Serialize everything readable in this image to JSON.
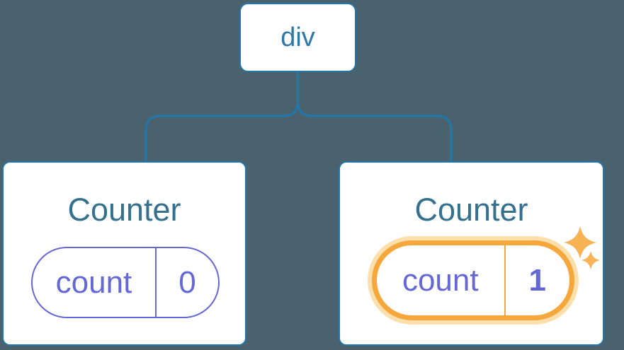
{
  "diagram": {
    "root": {
      "label": "div"
    },
    "children": [
      {
        "title": "Counter",
        "state": {
          "key": "count",
          "value": "0"
        },
        "highlighted": false
      },
      {
        "title": "Counter",
        "state": {
          "key": "count",
          "value": "1"
        },
        "highlighted": true
      }
    ]
  },
  "colors": {
    "background": "#4A626D",
    "connector": "#2276A9",
    "card_border": "#2276A9",
    "node_text": "#2E77A9",
    "title_text": "#35708E",
    "state_purple": "#6467D6",
    "highlight": "#F5A73C",
    "highlight_glow": "#FCDFAC",
    "sparkle": "#F6B253",
    "card_bg": "#FFFFFF"
  }
}
